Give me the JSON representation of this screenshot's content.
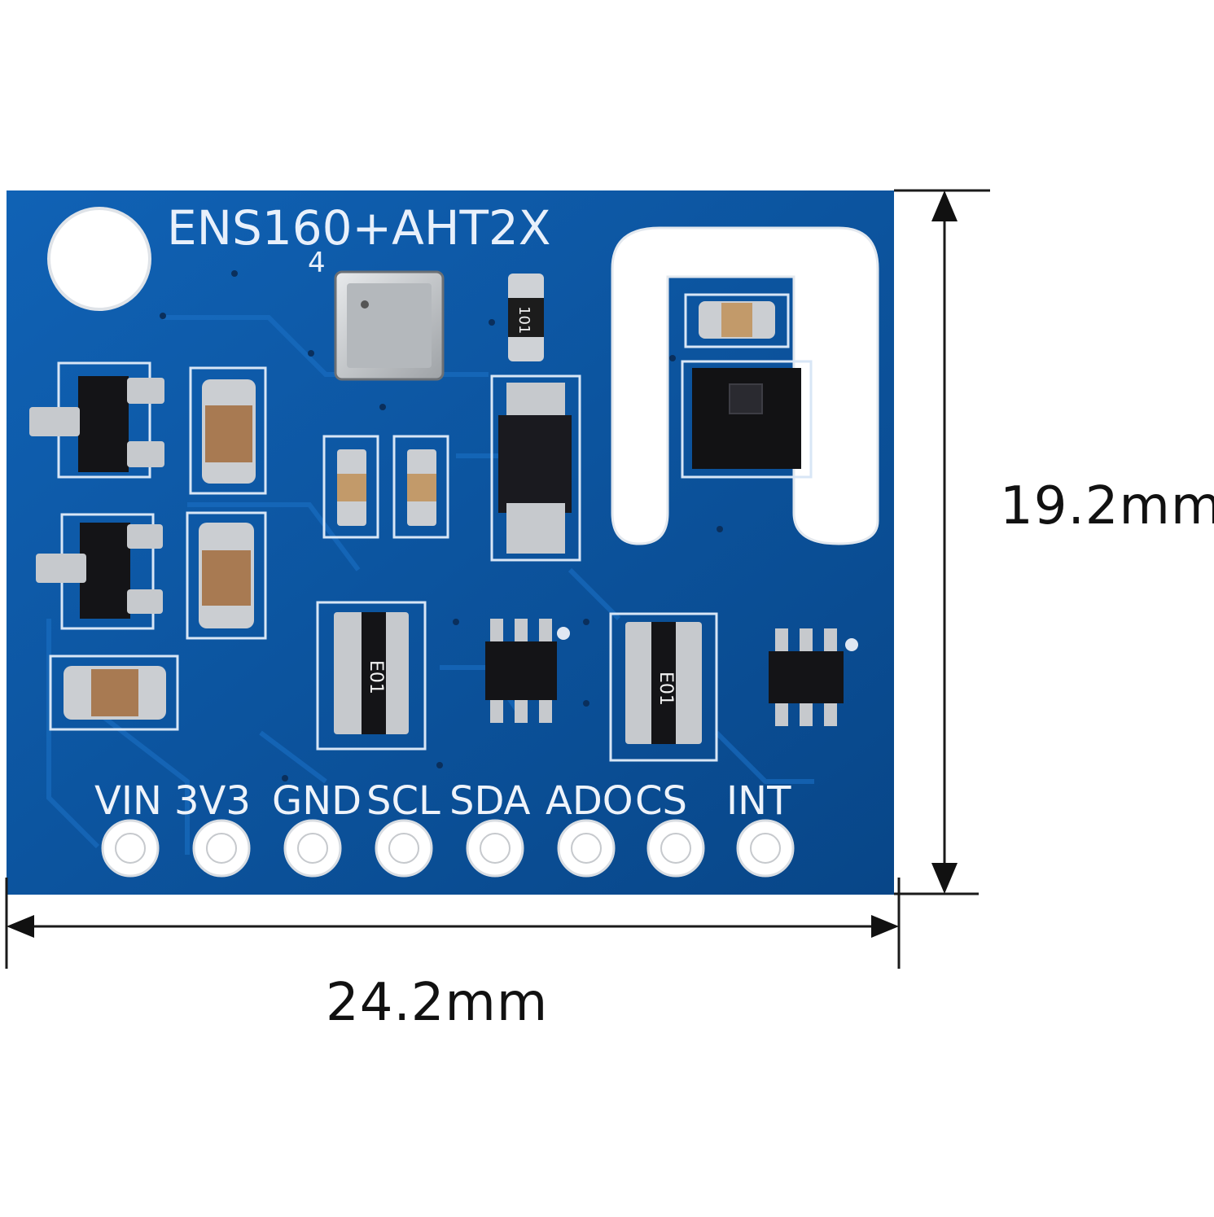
{
  "board": {
    "title": "ENS160+AHT2X",
    "pin_labels": [
      "VIN",
      "3V3",
      "GND",
      "SCL",
      "SDA",
      "ADO",
      "CS",
      "INT"
    ],
    "resistor_marking_small": "101",
    "resistor_array_marking": "E01"
  },
  "dimensions": {
    "width": "24.2mm",
    "height": "19.2mm"
  },
  "colors": {
    "pcb": "#0b4f9a",
    "silkscreen": "#ffffff",
    "pad": "#c9ccd0",
    "chip": "#1a1a1f"
  }
}
